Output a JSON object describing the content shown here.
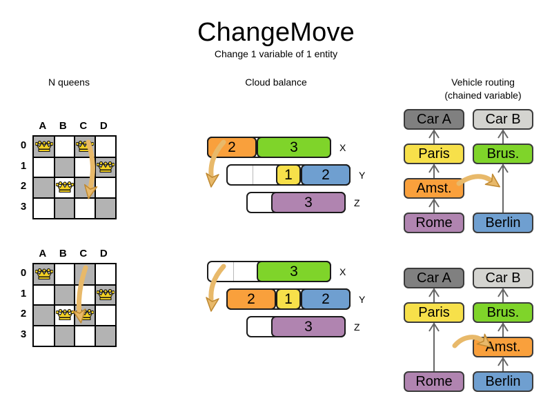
{
  "header": {
    "title": "ChangeMove",
    "subtitle": "Change 1 variable of 1 entity"
  },
  "columns": {
    "queens": {
      "heading": "N queens"
    },
    "cloud": {
      "heading": "Cloud balance"
    },
    "vrp": {
      "heading_line1": "Vehicle routing",
      "heading_line2": "(chained variable)"
    }
  },
  "colors": {
    "orange": "#f9a03c",
    "green": "#7fd42a",
    "yellow": "#f7e04a",
    "blue": "#6f9fd0",
    "purple": "#b084b0",
    "gray_dark": "#808080",
    "gray_light": "#d4d4d0",
    "arrow": "#e8b96a",
    "arrow_stroke": "#c08a33",
    "board_dark": "#b3b3b3",
    "board_light": "#ffffff",
    "queen": "#f2d024"
  },
  "queens": {
    "files": [
      "A",
      "B",
      "C",
      "D"
    ],
    "ranks": [
      "0",
      "1",
      "2",
      "3"
    ],
    "before": {
      "pieces": [
        {
          "file": "A",
          "rank": "0"
        },
        {
          "file": "C",
          "rank": "0"
        },
        {
          "file": "D",
          "rank": "1"
        },
        {
          "file": "B",
          "rank": "2"
        }
      ],
      "move": {
        "from_file": "C",
        "from_rank": "0",
        "to_file": "C",
        "to_rank": "2"
      }
    },
    "after": {
      "pieces": [
        {
          "file": "A",
          "rank": "0"
        },
        {
          "file": "D",
          "rank": "1"
        },
        {
          "file": "B",
          "rank": "2"
        },
        {
          "file": "C",
          "rank": "2"
        }
      ],
      "move": {
        "from_file": "C",
        "from_rank": "0",
        "to_file": "C",
        "to_rank": "2"
      }
    }
  },
  "cloud": {
    "before": {
      "computers": [
        {
          "label": "X",
          "processes": [
            {
              "value": "2",
              "color": "#f9a03c"
            },
            {
              "value": "3",
              "color": "#7fd42a"
            }
          ]
        },
        {
          "label": "Y",
          "processes": [
            {
              "value": "1",
              "color": "#f7e04a"
            },
            {
              "value": "2",
              "color": "#6f9fd0"
            }
          ]
        },
        {
          "label": "Z",
          "processes": [
            {
              "value": "3",
              "color": "#b084b0"
            }
          ]
        }
      ]
    },
    "after": {
      "computers": [
        {
          "label": "X",
          "processes": [
            {
              "value": "3",
              "color": "#7fd42a"
            }
          ]
        },
        {
          "label": "Y",
          "processes": [
            {
              "value": "2",
              "color": "#f9a03c"
            },
            {
              "value": "1",
              "color": "#f7e04a"
            },
            {
              "value": "2",
              "color": "#6f9fd0"
            }
          ]
        },
        {
          "label": "Z",
          "processes": [
            {
              "value": "3",
              "color": "#b084b0"
            }
          ]
        }
      ]
    },
    "moved_process": "2"
  },
  "vrp": {
    "before": {
      "vehicle_a": {
        "label": "Car A",
        "color": "#808080"
      },
      "vehicle_b": {
        "label": "Car B",
        "color": "#d4d4d0"
      },
      "chain_a": [
        {
          "label": "Paris",
          "color": "#f7e04a"
        },
        {
          "label": "Amst.",
          "color": "#f9a03c"
        },
        {
          "label": "Rome",
          "color": "#b084b0"
        }
      ],
      "chain_b": [
        {
          "label": "Brus.",
          "color": "#7fd42a"
        },
        {
          "label": "Berlin",
          "color": "#6f9fd0"
        }
      ]
    },
    "after": {
      "vehicle_a": {
        "label": "Car A",
        "color": "#808080"
      },
      "vehicle_b": {
        "label": "Car B",
        "color": "#d4d4d0"
      },
      "chain_a": [
        {
          "label": "Paris",
          "color": "#f7e04a"
        },
        {
          "label": "Rome",
          "color": "#b084b0"
        }
      ],
      "chain_b": [
        {
          "label": "Brus.",
          "color": "#7fd42a"
        },
        {
          "label": "Amst.",
          "color": "#f9a03c"
        },
        {
          "label": "Berlin",
          "color": "#6f9fd0"
        }
      ]
    },
    "moved_entity": "Amst."
  }
}
